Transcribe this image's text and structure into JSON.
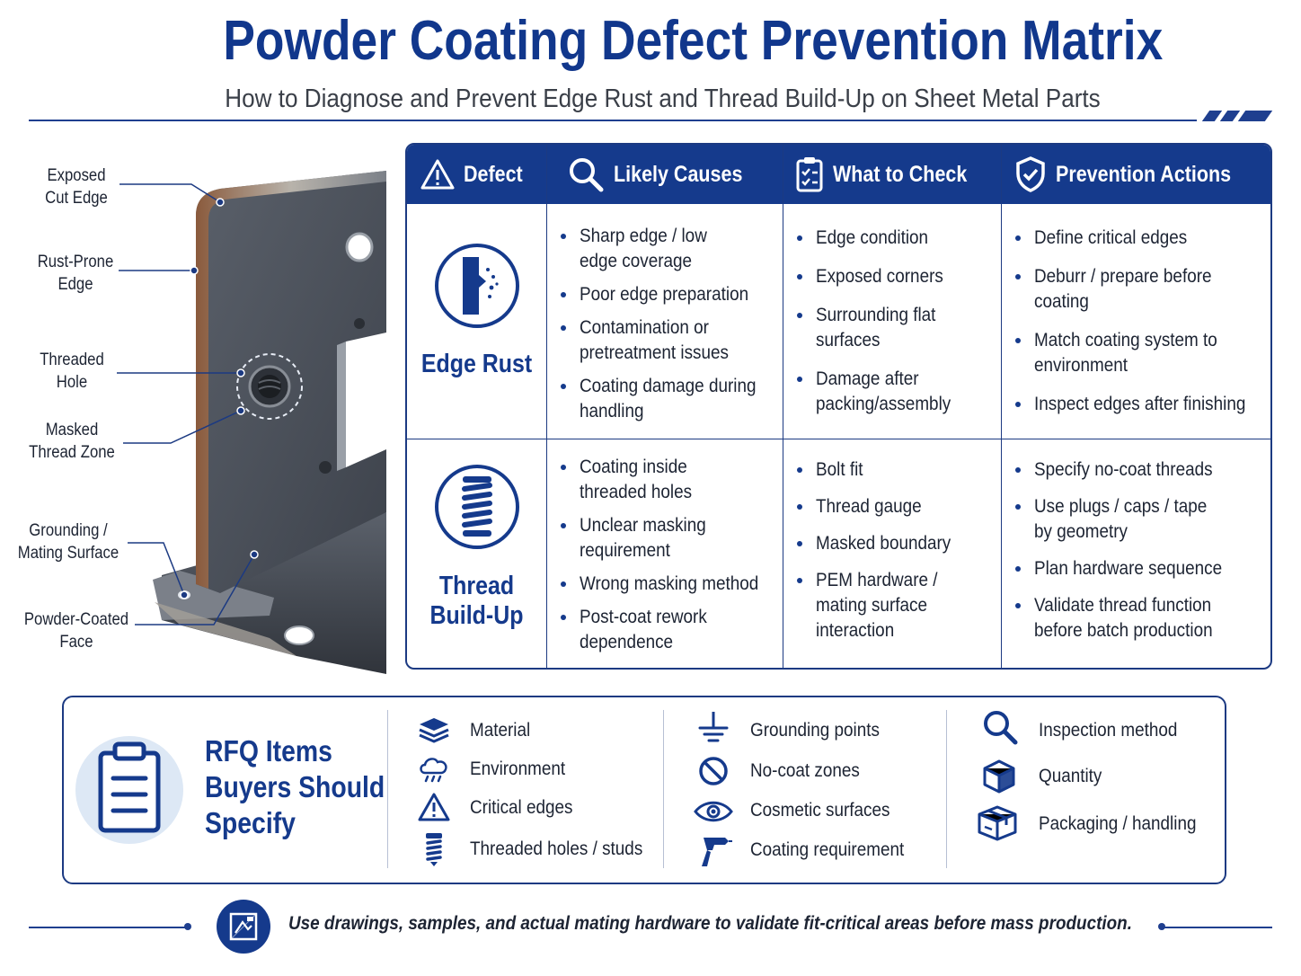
{
  "header": {
    "title": "Powder Coating Defect Prevention Matrix",
    "subtitle": "How to Diagnose and Prevent Edge Rust and Thread Build-Up on Sheet Metal Parts"
  },
  "callouts": [
    {
      "label": "Exposed\nCut Edge"
    },
    {
      "label": "Rust-Prone\nEdge"
    },
    {
      "label": "Threaded\nHole"
    },
    {
      "label": "Masked\nThread Zone"
    },
    {
      "label": "Grounding /\nMating Surface"
    },
    {
      "label": "Powder-Coated\nFace"
    }
  ],
  "matrix": {
    "headers": {
      "defect": "Defect",
      "causes": "Likely Causes",
      "check": "What to Check",
      "prevention": "Prevention Actions"
    },
    "rows": [
      {
        "defect": "Edge Rust",
        "icon": "edge-rust-icon",
        "causes": [
          "Sharp edge / low\nedge coverage",
          "Poor edge preparation",
          "Contamination or\npretreatment issues",
          "Coating damage during\nhandling"
        ],
        "check": [
          "Edge condition",
          "Exposed corners",
          "Surrounding flat\nsurfaces",
          "Damage after\npacking/assembly"
        ],
        "prevention": [
          "Define critical edges",
          "Deburr / prepare before coating",
          "Match coating system to\nenvironment",
          "Inspect edges after finishing"
        ]
      },
      {
        "defect": "Thread\nBuild-Up",
        "icon": "thread-buildup-icon",
        "causes": [
          "Coating inside\nthreaded holes",
          "Unclear masking\nrequirement",
          "Wrong masking method",
          "Post-coat rework\ndependence"
        ],
        "check": [
          "Bolt fit",
          "Thread gauge",
          "Masked boundary",
          "PEM hardware /\nmating surface\ninteraction"
        ],
        "prevention": [
          "Specify no-coat threads",
          "Use plugs / caps / tape\nby geometry",
          "Plan hardware sequence",
          "Validate thread function\nbefore batch production"
        ]
      }
    ]
  },
  "rfq": {
    "title": "RFQ Items\nBuyers Should\nSpecify",
    "col1": [
      {
        "label": "Material",
        "icon": "layers-icon"
      },
      {
        "label": "Environment",
        "icon": "cloud-rain-icon"
      },
      {
        "label": "Critical edges",
        "icon": "warning-icon"
      },
      {
        "label": "Threaded holes / studs",
        "icon": "screw-icon"
      }
    ],
    "col2": [
      {
        "label": "Grounding points",
        "icon": "ground-icon"
      },
      {
        "label": "No-coat zones",
        "icon": "no-icon"
      },
      {
        "label": "Cosmetic surfaces",
        "icon": "eye-icon"
      },
      {
        "label": "Coating requirement",
        "icon": "spray-gun-icon"
      }
    ],
    "col3": [
      {
        "label": "Inspection method",
        "icon": "magnifier-icon"
      },
      {
        "label": "Quantity",
        "icon": "box-icon"
      },
      {
        "label": "Packaging / handling",
        "icon": "package-icon"
      }
    ]
  },
  "footer": {
    "note": "Use drawings, samples, and actual mating hardware to validate fit-critical areas before mass production."
  },
  "colors": {
    "brand": "#153a8c",
    "text": "#1d2433",
    "metal": "#4d535d"
  }
}
